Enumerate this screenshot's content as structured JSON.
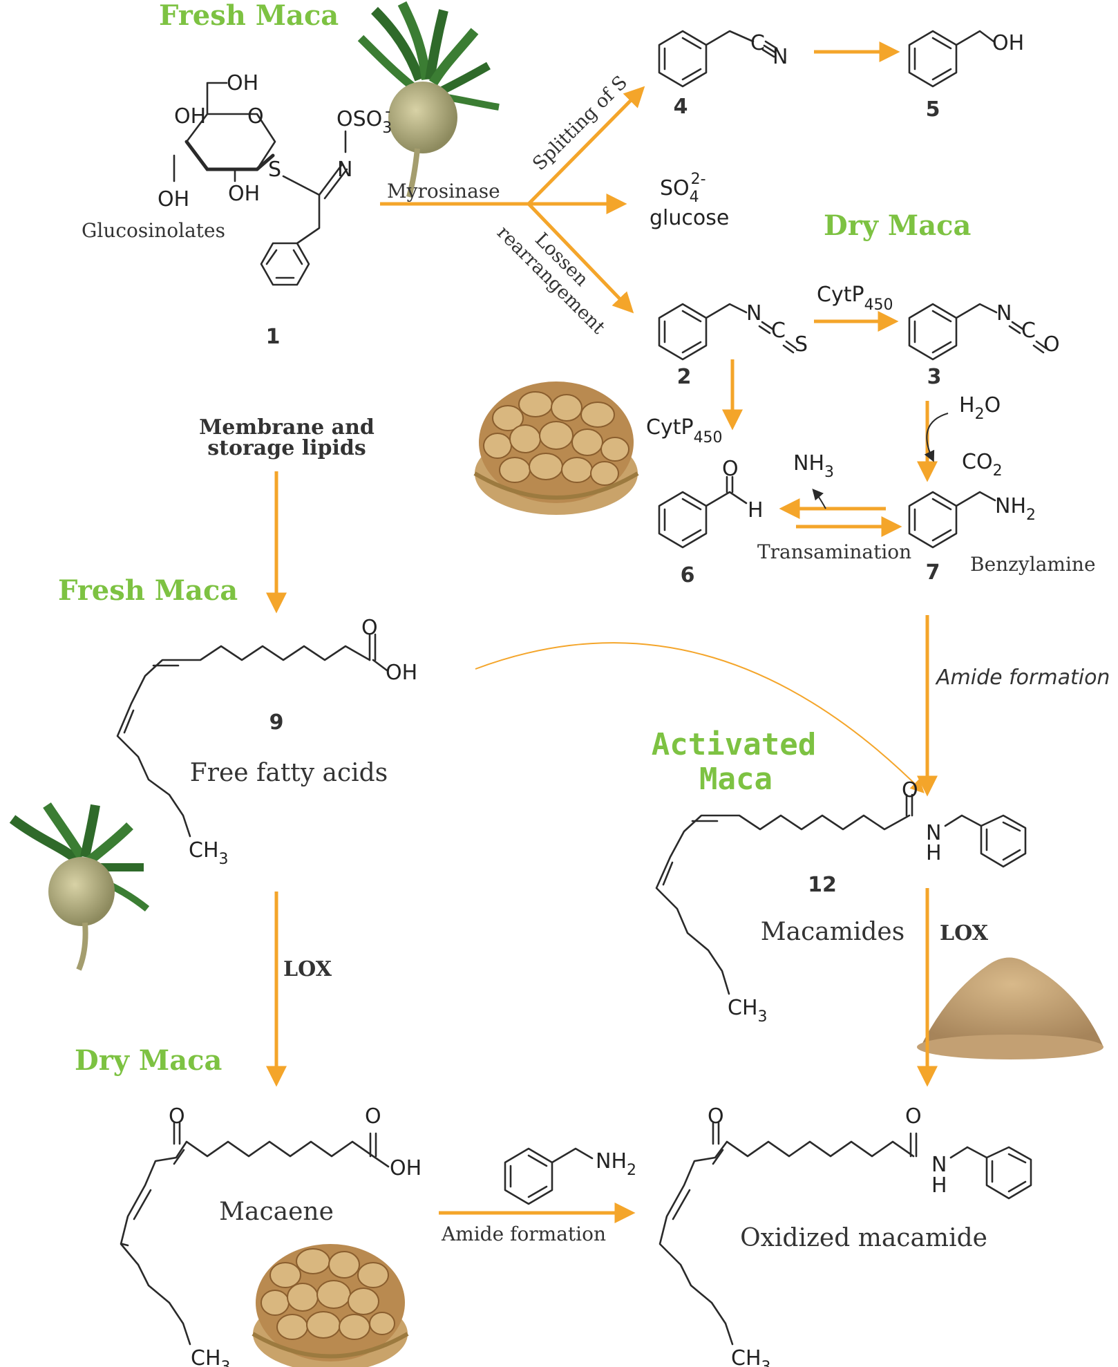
{
  "headings": {
    "fresh_maca_top": "Fresh Maca",
    "dry_maca_top": "Dry Maca",
    "fresh_maca_mid": "Fresh Maca",
    "activated_maca_line1": "Activated",
    "activated_maca_line2": "Maca",
    "dry_maca_bottom": "Dry Maca"
  },
  "compounds": {
    "c1": "1",
    "c2": "2",
    "c3": "3",
    "c4": "4",
    "c5": "5",
    "c6": "6",
    "c7": "7",
    "c9": "9",
    "c12": "12"
  },
  "names": {
    "glucosinolates": "Glucosinolates",
    "benzylamine": "Benzylamine",
    "free_fatty_acids": "Free fatty acids",
    "macamides": "Macamides",
    "macaene": "Macaene",
    "oxidized_macamide": "Oxidized macamide",
    "glucose": "glucose"
  },
  "reactions": {
    "myrosinase": "Myrosinase",
    "splitting": "Splitting of S",
    "lossen_1": "Lossen",
    "lossen_2": "rearrangement",
    "cytp_a": "CytP",
    "cytp_a_sub": "450",
    "cytp_b": "CytP",
    "cytp_b_sub": "450",
    "transamination": "Transamination",
    "lipids_1": "Membrane and",
    "lipids_2": "storage lipids",
    "amide_formation_italic": "Amide formation",
    "lox_left": "LOX",
    "lox_right": "LOX",
    "amide_formation_bottom": "Amide formation"
  },
  "atoms": {
    "oh": "OH",
    "o": "O",
    "s": "S",
    "n": "N",
    "h": "H",
    "c": "C",
    "oso3": "OSO",
    "oso3_sub": "3",
    "oso3_sup": "-",
    "so4": "SO",
    "so4_sub": "4",
    "so4_sup": "2-",
    "h2o": "H",
    "h2o_sub": "2",
    "h2o_end": "O",
    "co2": "CO",
    "co2_sub": "2",
    "nh3": "NH",
    "nh3_sub": "3",
    "nh2": "NH",
    "nh2_sub": "2",
    "ch3": "CH",
    "ch3_sub": "3"
  },
  "colors": {
    "arrow": "#f4a52a",
    "heading_green": "#7dc242",
    "ink": "#2a2a2a"
  },
  "images": {
    "maca_root_top": "maca-root-photo",
    "maca_root_left": "maca-root-photo",
    "dried_maca_basket_mid": "dried-maca-basket-photo",
    "dried_maca_basket_bottom": "dried-maca-basket-photo",
    "maca_powder": "maca-powder-photo"
  }
}
